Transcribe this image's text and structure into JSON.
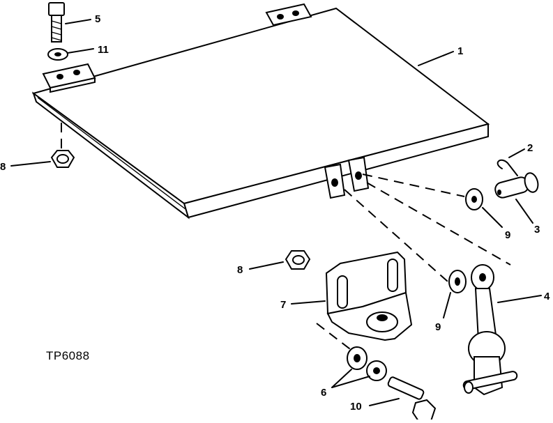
{
  "figure_id": "TP6088",
  "callouts": [
    {
      "key": "c1",
      "label": "1",
      "part": "seat-plate"
    },
    {
      "key": "c2",
      "label": "2",
      "part": "cotter-pin"
    },
    {
      "key": "c3",
      "label": "3",
      "part": "pin"
    },
    {
      "key": "c4",
      "label": "4",
      "part": "support-arm"
    },
    {
      "key": "c5",
      "label": "5",
      "part": "cap-screw"
    },
    {
      "key": "c6",
      "label": "6",
      "part": "washers"
    },
    {
      "key": "c7",
      "label": "7",
      "part": "bracket"
    },
    {
      "key": "c8a",
      "label": "8",
      "part": "lock-nut-upper"
    },
    {
      "key": "c8b",
      "label": "8",
      "part": "lock-nut-lower"
    },
    {
      "key": "c9a",
      "label": "9",
      "part": "washer-right"
    },
    {
      "key": "c9b",
      "label": "9",
      "part": "washer-center"
    },
    {
      "key": "c10",
      "label": "10",
      "part": "bolt"
    },
    {
      "key": "c11",
      "label": "11",
      "part": "lock-washer"
    }
  ],
  "colors": {
    "ink": "#000000",
    "paper": "#ffffff"
  }
}
